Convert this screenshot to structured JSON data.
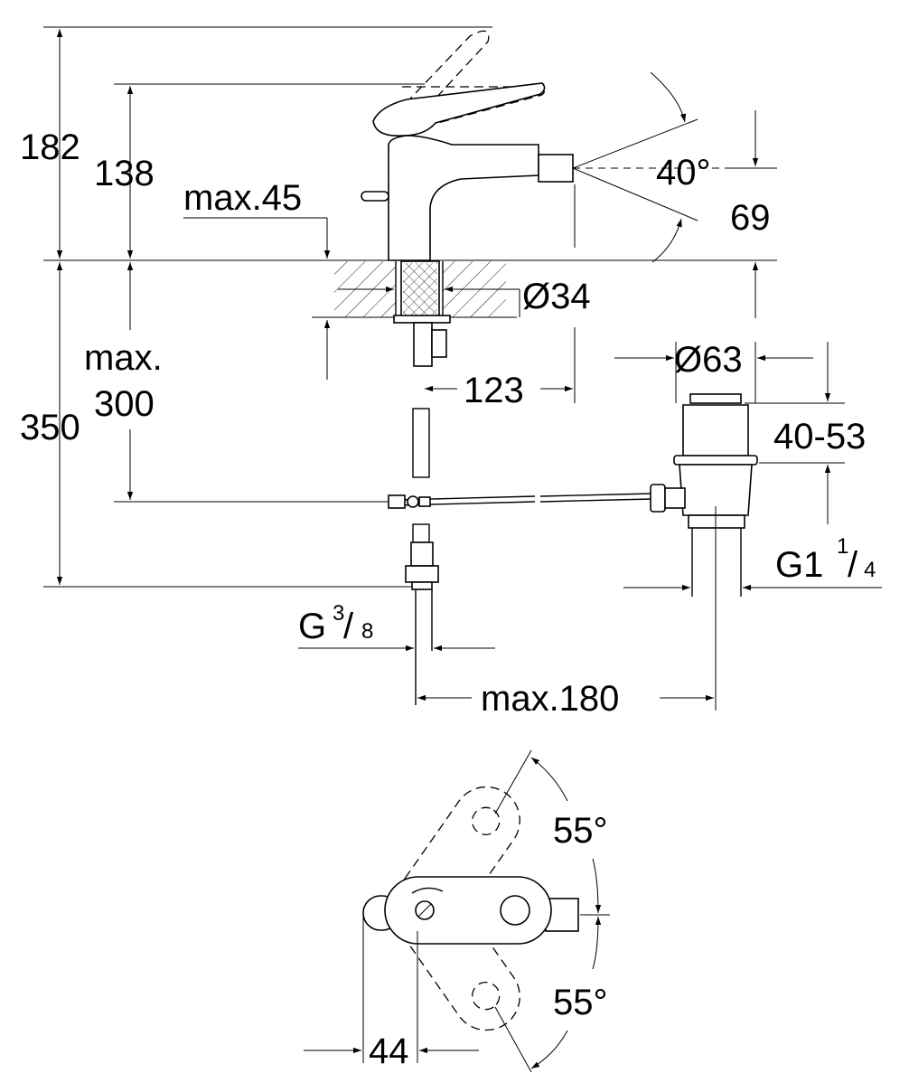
{
  "dimensions": {
    "h182": "182",
    "h138": "138",
    "max45": "max.45",
    "angle40": "40°",
    "h69": "69",
    "d34": "Ø34",
    "max_label": "max.",
    "h300": "300",
    "h350": "350",
    "w123": "123",
    "d63": "Ø63",
    "r40_53": "40-53",
    "g1_main": "G1",
    "g1_num": "1",
    "g1_den": "4",
    "g38_main": "G",
    "g38_num": "3",
    "g38_den": "8",
    "max180": "max.180",
    "angle55_top": "55°",
    "angle55_bottom": "55°",
    "w44": "44"
  }
}
